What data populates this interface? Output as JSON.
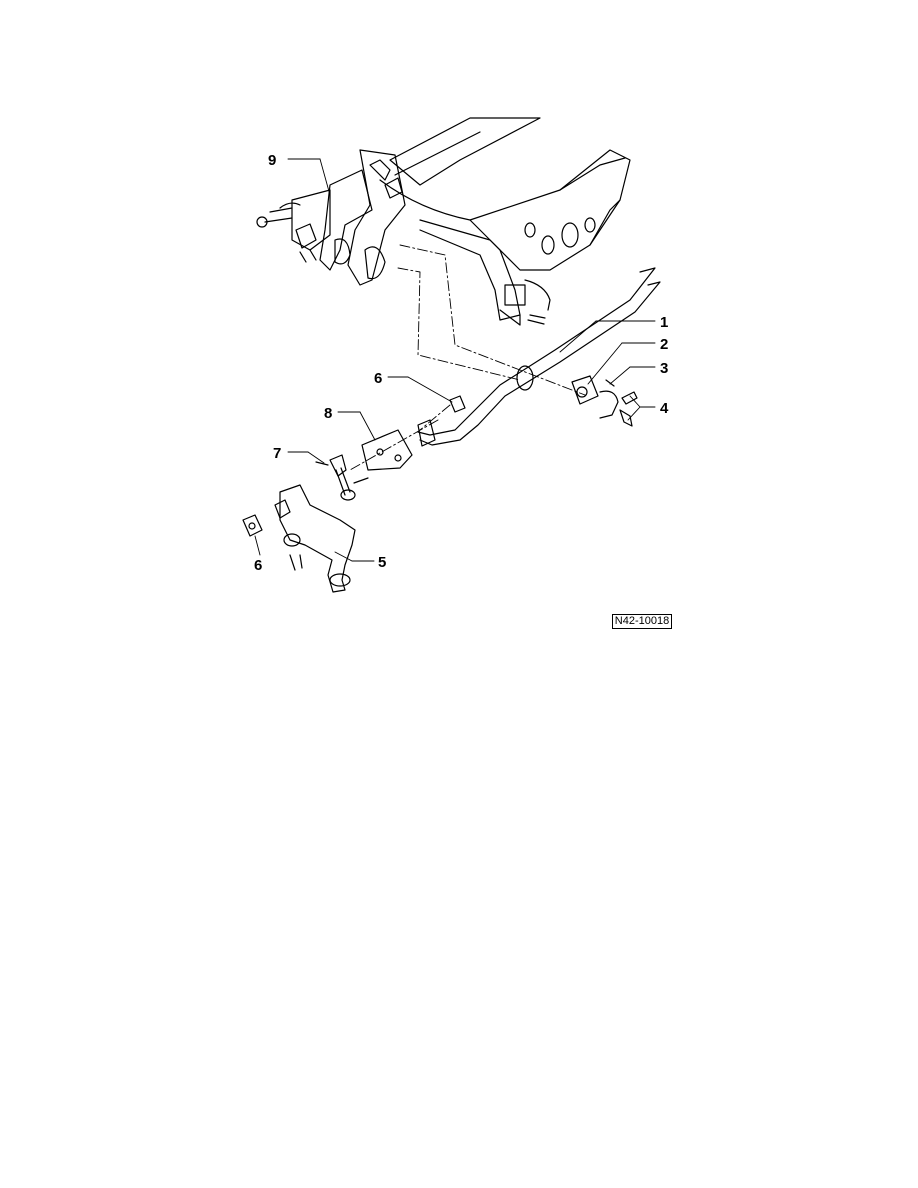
{
  "callouts": {
    "c1": "1",
    "c2": "2",
    "c3": "3",
    "c4": "4",
    "c5": "5",
    "c6a": "6",
    "c6b": "6",
    "c7": "7",
    "c8": "8",
    "c9": "9"
  },
  "figure_id": "N42-10018",
  "colors": {
    "ink": "#000000",
    "paper": "#ffffff"
  }
}
